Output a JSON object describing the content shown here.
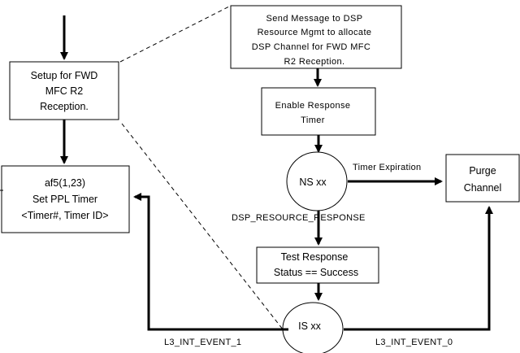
{
  "diagram": {
    "type": "flowchart",
    "nodes": {
      "setup": {
        "lines": [
          "Setup for FWD",
          "MFC R2",
          "Reception."
        ]
      },
      "af5": {
        "lines": [
          "af5(1,23)",
          "Set PPL Timer",
          "<Timer#, Timer ID>"
        ]
      },
      "send_message": {
        "lines": [
          "Send Message to DSP",
          "Resource Mgmt to allocate",
          "DSP Channel for FWD MFC",
          "R2 Reception."
        ]
      },
      "enable_timer": {
        "lines": [
          "Enable Response",
          "Timer"
        ]
      },
      "ns_state": {
        "label": "NS xx"
      },
      "purge": {
        "lines": [
          "Purge",
          "Channel"
        ]
      },
      "test_response": {
        "lines": [
          "Test Response",
          "Status == Success"
        ]
      },
      "is_state": {
        "label": "IS xx"
      }
    },
    "edges": {
      "timer_expiration": "Timer Expiration",
      "dsp_resource_response": "DSP_RESOURCE_RESPONSE",
      "l3_int_event_1": "L3_INT_EVENT_1",
      "l3_int_event_0": "L3_INT_EVENT_0"
    },
    "colors": {
      "stroke": "#000000",
      "background": "#ffffff"
    }
  }
}
